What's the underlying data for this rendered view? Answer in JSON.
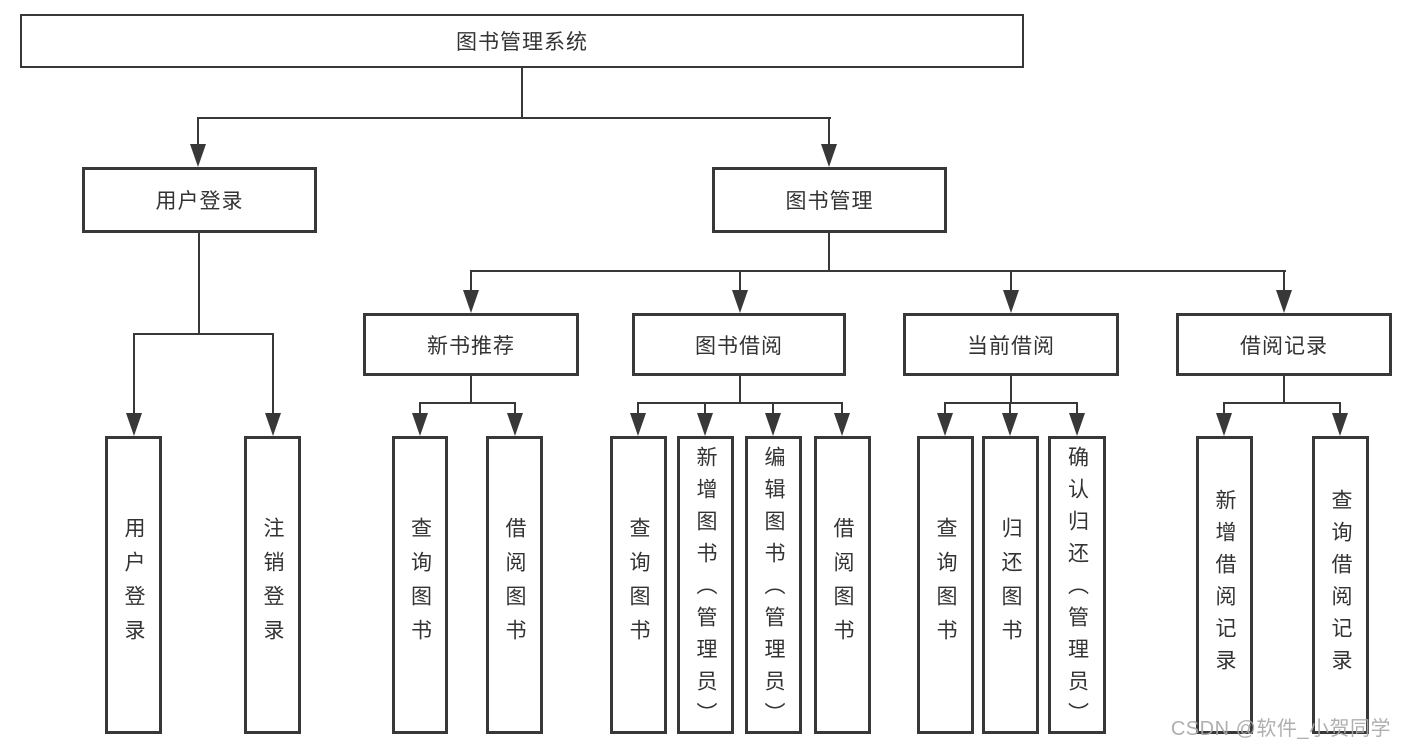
{
  "tree": {
    "label": "图书管理系统",
    "children": [
      {
        "label": "用户登录",
        "children": [
          {
            "label": "用户登录"
          },
          {
            "label": "注销登录"
          }
        ]
      },
      {
        "label": "图书管理",
        "children": [
          {
            "label": "新书推荐",
            "children": [
              {
                "label": "查询图书"
              },
              {
                "label": "借阅图书"
              }
            ]
          },
          {
            "label": "图书借阅",
            "children": [
              {
                "label": "查询图书"
              },
              {
                "label": "新增图书（管理员）"
              },
              {
                "label": "编辑图书（管理员）"
              },
              {
                "label": "借阅图书"
              }
            ]
          },
          {
            "label": "当前借阅",
            "children": [
              {
                "label": "查询图书"
              },
              {
                "label": "归还图书"
              },
              {
                "label": "确认归还（管理员）"
              }
            ]
          },
          {
            "label": "借阅记录",
            "children": [
              {
                "label": "新增借阅记录"
              },
              {
                "label": "查询借阅记录"
              }
            ]
          }
        ]
      }
    ]
  },
  "watermark": {
    "text": "CSDN @软件_小贺同学"
  },
  "colors": {
    "line": "#383838",
    "text": "#333333",
    "watermark": "#a8a8a8",
    "background": "#ffffff"
  }
}
